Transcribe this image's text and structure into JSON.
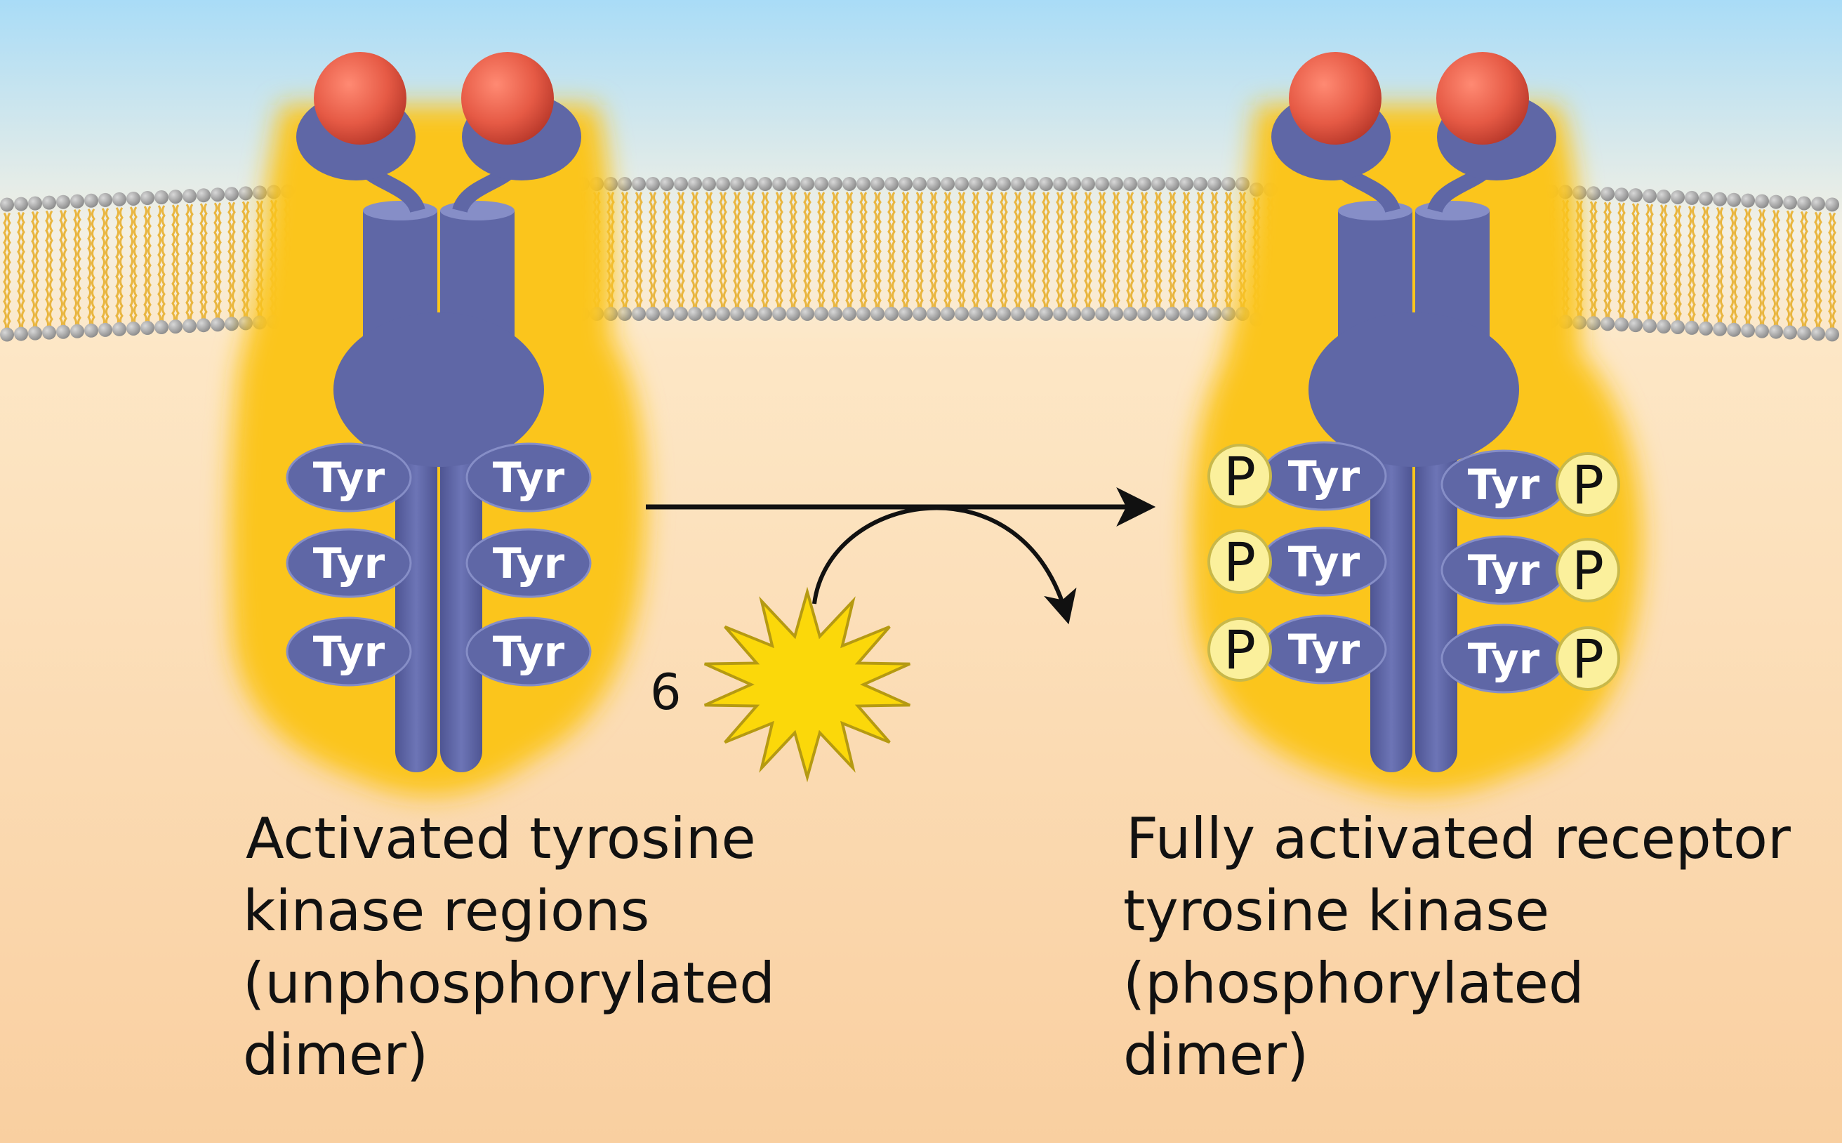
{
  "colors": {
    "sky_top": "#a9dcf7",
    "sky_bottom": "#f8ead6",
    "cytoplasm_top": "#fde7c6",
    "cytoplasm_bottom": "#f9cc9b",
    "lipid_head": "#9a9a9a",
    "lipid_tail": "#e9b640",
    "glow": "#fbc51c",
    "receptor": "#5f67a6",
    "receptor_light": "#868ec7",
    "ligand": "#e65a45",
    "phosphate": "#fbf09c",
    "atp_burst": "#fbd80a",
    "arrow": "#111111"
  },
  "icons": {
    "ligand": "red-sphere-icon",
    "energy": "starburst-icon",
    "phosphate": "phosphate-circle-icon"
  },
  "receptors": {
    "left": {
      "tyr_labels": [
        "Tyr",
        "Tyr",
        "Tyr",
        "Tyr",
        "Tyr",
        "Tyr"
      ]
    },
    "right": {
      "tyr_labels": [
        "Tyr",
        "Tyr",
        "Tyr",
        "Tyr",
        "Tyr",
        "Tyr"
      ],
      "phosphate_labels": [
        "P",
        "P",
        "P",
        "P",
        "P",
        "P"
      ]
    }
  },
  "stray_glyph": "6",
  "captions": {
    "left": [
      "Activated tyrosine",
      "kinase regions",
      "(unphosphorylated",
      "dimer)"
    ],
    "right": [
      "Fully activated receptor",
      "tyrosine kinase",
      "(phosphorylated",
      "dimer)"
    ]
  }
}
